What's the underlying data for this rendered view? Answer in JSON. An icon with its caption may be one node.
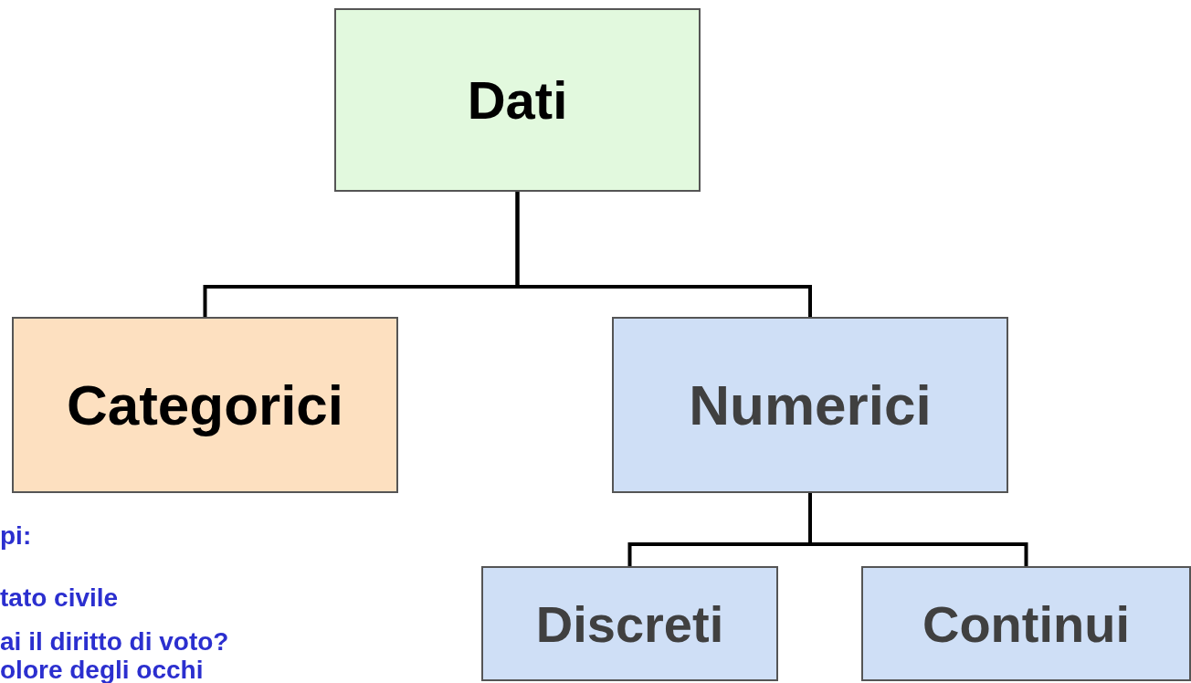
{
  "diagram": {
    "nodes": [
      {
        "text": [
          "Dati"
        ]
      },
      {
        "text": [
          "Categorici"
        ]
      },
      {
        "text": [
          "Numerici"
        ]
      },
      {
        "text": [
          "Discreti"
        ]
      },
      {
        "text": [
          "Continui"
        ]
      }
    ],
    "edges": [
      {
        "from": 0,
        "to": 1,
        "arrow": "none"
      },
      {
        "from": 0,
        "to": 2,
        "arrow": "none"
      },
      {
        "from": 2,
        "to": 3,
        "arrow": "none"
      },
      {
        "from": 2,
        "to": 4,
        "arrow": "none"
      }
    ],
    "labels": [
      "pi:",
      "tato civile",
      "ai il diritto di voto?",
      "olore degli occhi"
    ]
  }
}
